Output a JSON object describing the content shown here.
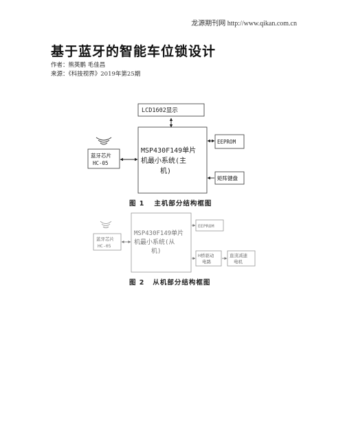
{
  "header": {
    "source_line": "龙源期刊网 http://www.qikan.com.cn"
  },
  "article": {
    "title": "基于蓝牙的智能车位锁设计",
    "author_line": "作者：熊英鹏  毛佳昌",
    "source_line": "来源：《科技视界》2019年第25期"
  },
  "figure1": {
    "blocks": {
      "lcd": "LCD1602显示",
      "mcu_line1": "MSP430F149单片",
      "mcu_line2": "机最小系统(主",
      "mcu_line3": "机)",
      "bluetooth_line1": "蓝牙芯片",
      "bluetooth_line2": "HC-05",
      "eeprom": "EEPROM",
      "keyboard": "矩阵键盘"
    },
    "caption_num": "图 1",
    "caption_text": "主机部分结构框图"
  },
  "figure2": {
    "blocks": {
      "bluetooth_line1": "蓝牙芯片",
      "bluetooth_line2": "HC-05",
      "mcu_line1": "MSP430F149单片",
      "mcu_line2": "机最小系统(从",
      "mcu_line3": "机)",
      "eeprom": "EEPROM",
      "hbridge_line1": "H桥驱动",
      "hbridge_line2": "电路",
      "motor_line1": "直流减速",
      "motor_line2": "电机"
    },
    "caption_num": "图 2",
    "caption_text": "从机部分结构框图"
  }
}
